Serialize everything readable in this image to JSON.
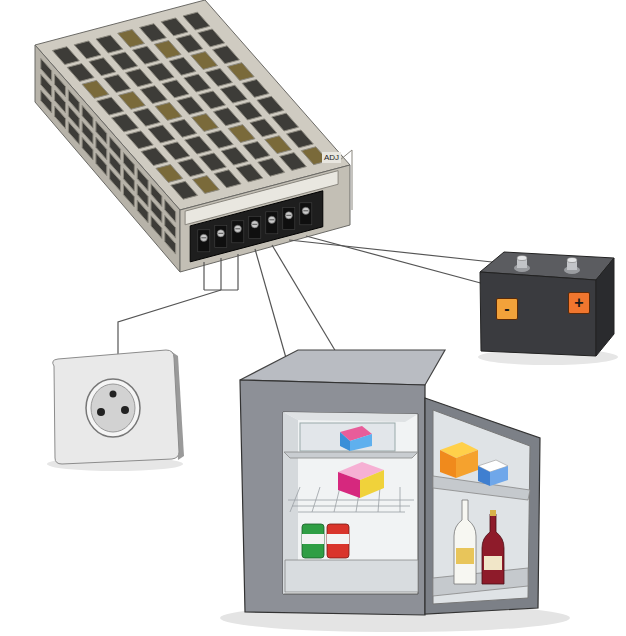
{
  "diagram": {
    "nodes": [
      {
        "text": [
          "-"
        ]
      },
      {
        "text": [
          "+"
        ]
      }
    ],
    "labels": [
      "ADJ"
    ]
  }
}
